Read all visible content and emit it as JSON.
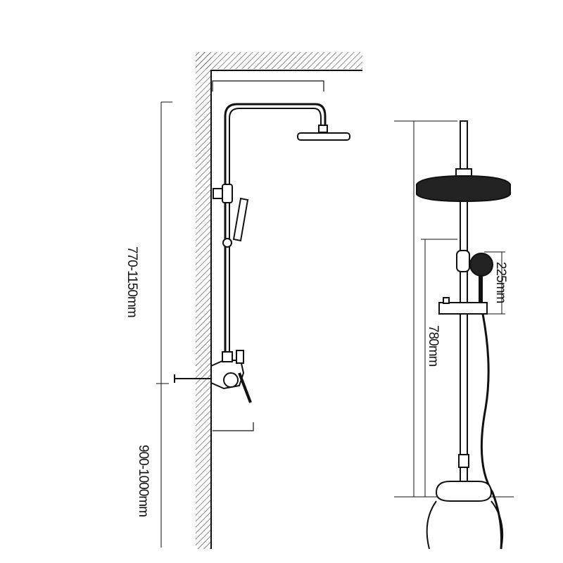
{
  "diagram": {
    "left_view": {
      "height_range_label": "770-1150mm",
      "mount_height_label": "900-1000mm"
    },
    "right_view": {
      "handheld_label": "225mm",
      "rail_label": "780mm"
    }
  }
}
